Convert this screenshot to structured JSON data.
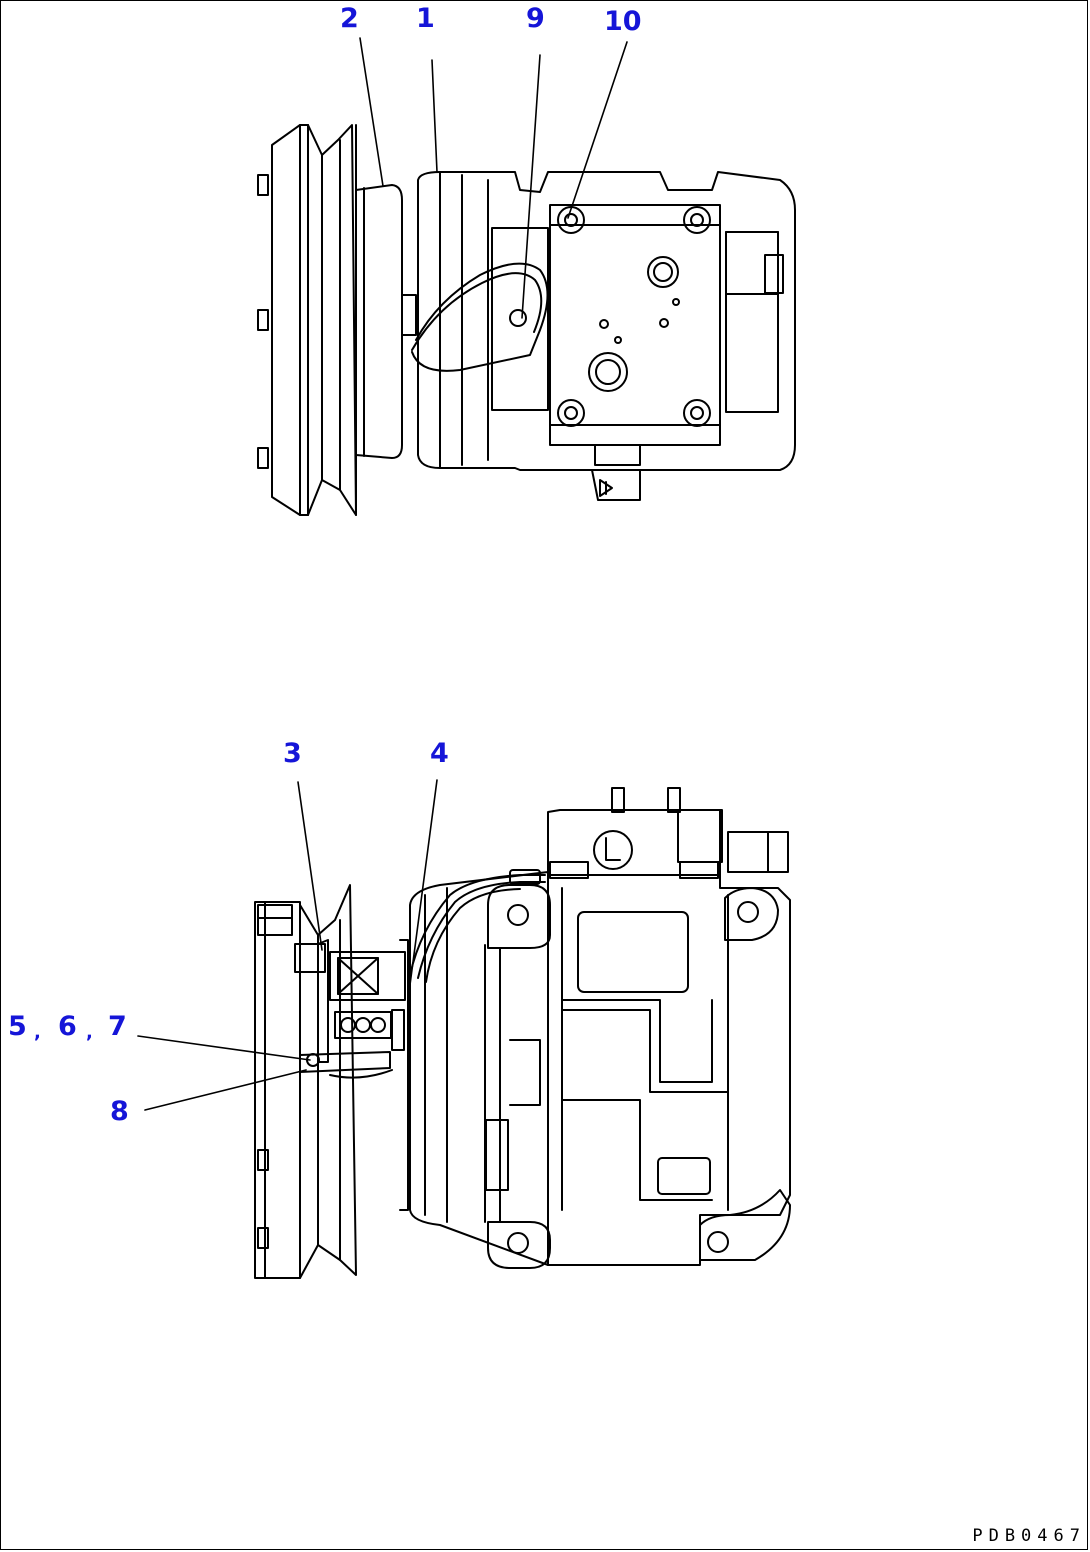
{
  "callouts": {
    "top": {
      "c2": "2",
      "c1": "1",
      "c9": "9",
      "c10": "10"
    },
    "bottom": {
      "c3": "3",
      "c4": "4",
      "c5": "5",
      "c6": "6",
      "c7": "7",
      "c8": "8",
      "sep1": ",",
      "sep2": ","
    }
  },
  "drawing_code": "PDB0467",
  "colors": {
    "callout": "#1515d8",
    "line": "#000000",
    "background": "#ffffff"
  }
}
